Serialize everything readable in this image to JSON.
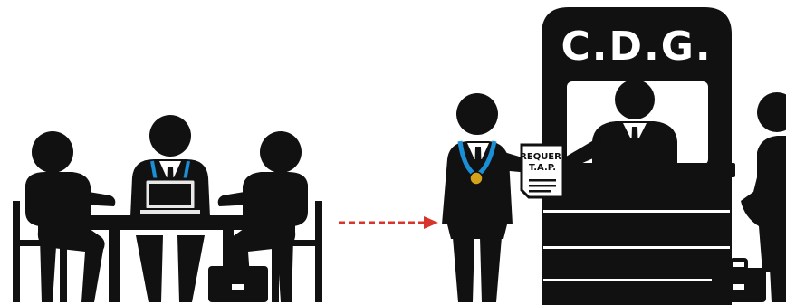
{
  "booth": {
    "title": "C.D.G."
  },
  "document": {
    "line1": "REQUER.",
    "line2": "T.A.P."
  },
  "colors": {
    "ink": "#111111",
    "lanyard": "#1a8fd6",
    "medal": "#d4a21a",
    "arrow": "#d9342b",
    "laptop_screen": "#e8e8e8"
  },
  "icons": {
    "meeting": "people-at-table-icon",
    "arrow": "dashed-arrow-icon",
    "officer": "officer-with-document-icon",
    "booth": "service-booth-icon",
    "briefcase": "briefcase-icon"
  }
}
